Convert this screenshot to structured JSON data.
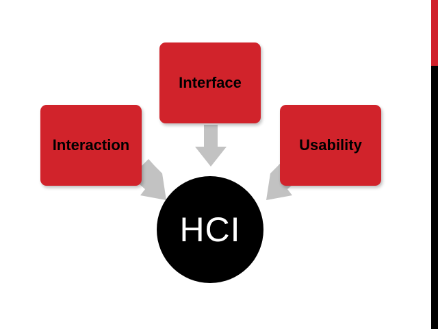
{
  "diagram": {
    "center": {
      "label": "HCI"
    },
    "nodes": [
      {
        "id": "interaction",
        "label": "Interaction"
      },
      {
        "id": "interface",
        "label": "Interface"
      },
      {
        "id": "usability",
        "label": "Usability"
      }
    ],
    "edges": [
      {
        "from": "interaction",
        "to": "center"
      },
      {
        "from": "interface",
        "to": "center"
      },
      {
        "from": "usability",
        "to": "center"
      }
    ]
  },
  "colors": {
    "box": "#d1232b",
    "circle": "#000000",
    "circle_text": "#ffffff",
    "box_text": "#000000",
    "arrow": "#c2c2c2",
    "accent_red": "#d0202a",
    "accent_black": "#000000"
  }
}
